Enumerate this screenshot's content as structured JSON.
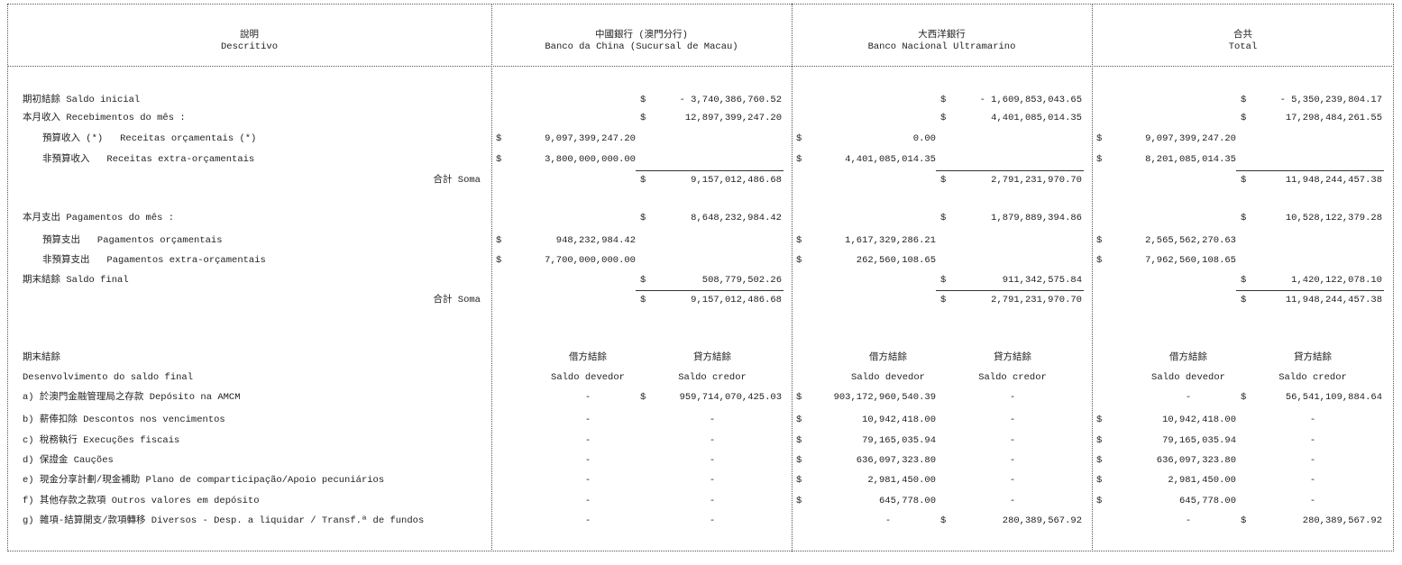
{
  "headers": [
    {
      "zh": "說明",
      "pt": "Descritivo"
    },
    {
      "zh": "中國銀行 (澳門分行)",
      "pt": "Banco da China (Sucursal de Macau)"
    },
    {
      "zh": "大西洋銀行",
      "pt": "Banco Nacional Ultramarino"
    },
    {
      "zh": "合共",
      "pt": "Total"
    }
  ],
  "currency": "$",
  "rows": [
    {
      "zh": "期初結餘",
      "pt": "Saldo inicial",
      "type": "main",
      "values": [
        "- 3,740,386,760.52",
        "- 1,609,853,043.65",
        "- 5,350,239,804.17"
      ]
    },
    {
      "zh": "本月收入",
      "pt": "Recebimentos do mês :",
      "type": "main",
      "values": [
        "12,897,399,247.20",
        "4,401,085,014.35",
        "17,298,484,261.55"
      ]
    },
    {
      "zh": "預算收入 (*)",
      "pt": "Receitas orçamentais (*)",
      "type": "sub",
      "values": [
        "9,097,399,247.20",
        "0.00",
        "9,097,399,247.20"
      ]
    },
    {
      "zh": "非預算收入",
      "pt": "Receitas extra-orçamentais",
      "type": "sub",
      "values": [
        "3,800,000,000.00",
        "4,401,085,014.35",
        "8,201,085,014.35"
      ]
    },
    {
      "zh": "合計",
      "pt": "Soma",
      "type": "soma",
      "values": [
        "9,157,012,486.68",
        "2,791,231,970.70",
        "11,948,244,457.38"
      ]
    },
    {
      "zh": "本月支出",
      "pt": "Pagamentos do mês :",
      "type": "main",
      "values": [
        "8,648,232,984.42",
        "1,879,889,394.86",
        "10,528,122,379.28"
      ]
    },
    {
      "zh": "預算支出",
      "pt": "Pagamentos orçamentais",
      "type": "sub",
      "values": [
        "948,232,984.42",
        "1,617,329,286.21",
        "2,565,562,270.63"
      ]
    },
    {
      "zh": "非預算支出",
      "pt": "Pagamentos extra-orçamentais",
      "type": "sub",
      "values": [
        "7,700,000,000.00",
        "262,560,108.65",
        "7,962,560,108.65"
      ]
    },
    {
      "zh": "期末結餘",
      "pt": "Saldo final",
      "type": "main",
      "values": [
        "508,779,502.26",
        "911,342,575.84",
        "1,420,122,078.10"
      ]
    },
    {
      "zh": "合計",
      "pt": "Soma",
      "type": "soma",
      "values": [
        "9,157,012,486.68",
        "2,791,231,970.70",
        "11,948,244,457.38"
      ]
    }
  ],
  "final_section": {
    "title_zh": "期末結餘",
    "title_pt": "Desenvolvimento do saldo final",
    "debit_zh": "借方結餘",
    "debit_pt": "Saldo devedor",
    "credit_zh": "貸方結餘",
    "credit_pt": "Saldo credor",
    "items": [
      {
        "label": "a) 於澳門金融管理局之存款 Depósito na AMCM",
        "banks": [
          [
            "-",
            "959,714,070,425.03"
          ],
          [
            "903,172,960,540.39",
            "-"
          ],
          [
            "-",
            "56,541,109,884.64"
          ]
        ]
      },
      {
        "label": "b) 薪俸扣除 Descontos nos vencimentos",
        "banks": [
          [
            "-",
            "-"
          ],
          [
            "10,942,418.00",
            "-"
          ],
          [
            "10,942,418.00",
            "-"
          ]
        ]
      },
      {
        "label": "c) 稅務執行 Execuções fiscais",
        "banks": [
          [
            "-",
            "-"
          ],
          [
            "79,165,035.94",
            "-"
          ],
          [
            "79,165,035.94",
            "-"
          ]
        ]
      },
      {
        "label": "d) 保證金 Cauções",
        "banks": [
          [
            "-",
            "-"
          ],
          [
            "636,097,323.80",
            "-"
          ],
          [
            "636,097,323.80",
            "-"
          ]
        ]
      },
      {
        "label": "e) 現金分享計劃/現金補助 Plano de comparticipação/Apoio pecuniários",
        "banks": [
          [
            "-",
            "-"
          ],
          [
            "2,981,450.00",
            "-"
          ],
          [
            "2,981,450.00",
            "-"
          ]
        ]
      },
      {
        "label": "f) 其他存款之款項 Outros valores em depósito",
        "banks": [
          [
            "-",
            "-"
          ],
          [
            "645,778.00",
            "-"
          ],
          [
            "645,778.00",
            "-"
          ]
        ]
      },
      {
        "label": "g) 雜項-結算開支/款項轉移 Diversos - Desp. a liquidar / Transf.ª de fundos",
        "banks": [
          [
            "-",
            "-"
          ],
          [
            "-",
            "280,389,567.92"
          ],
          [
            "-",
            "280,389,567.92"
          ]
        ]
      }
    ]
  }
}
